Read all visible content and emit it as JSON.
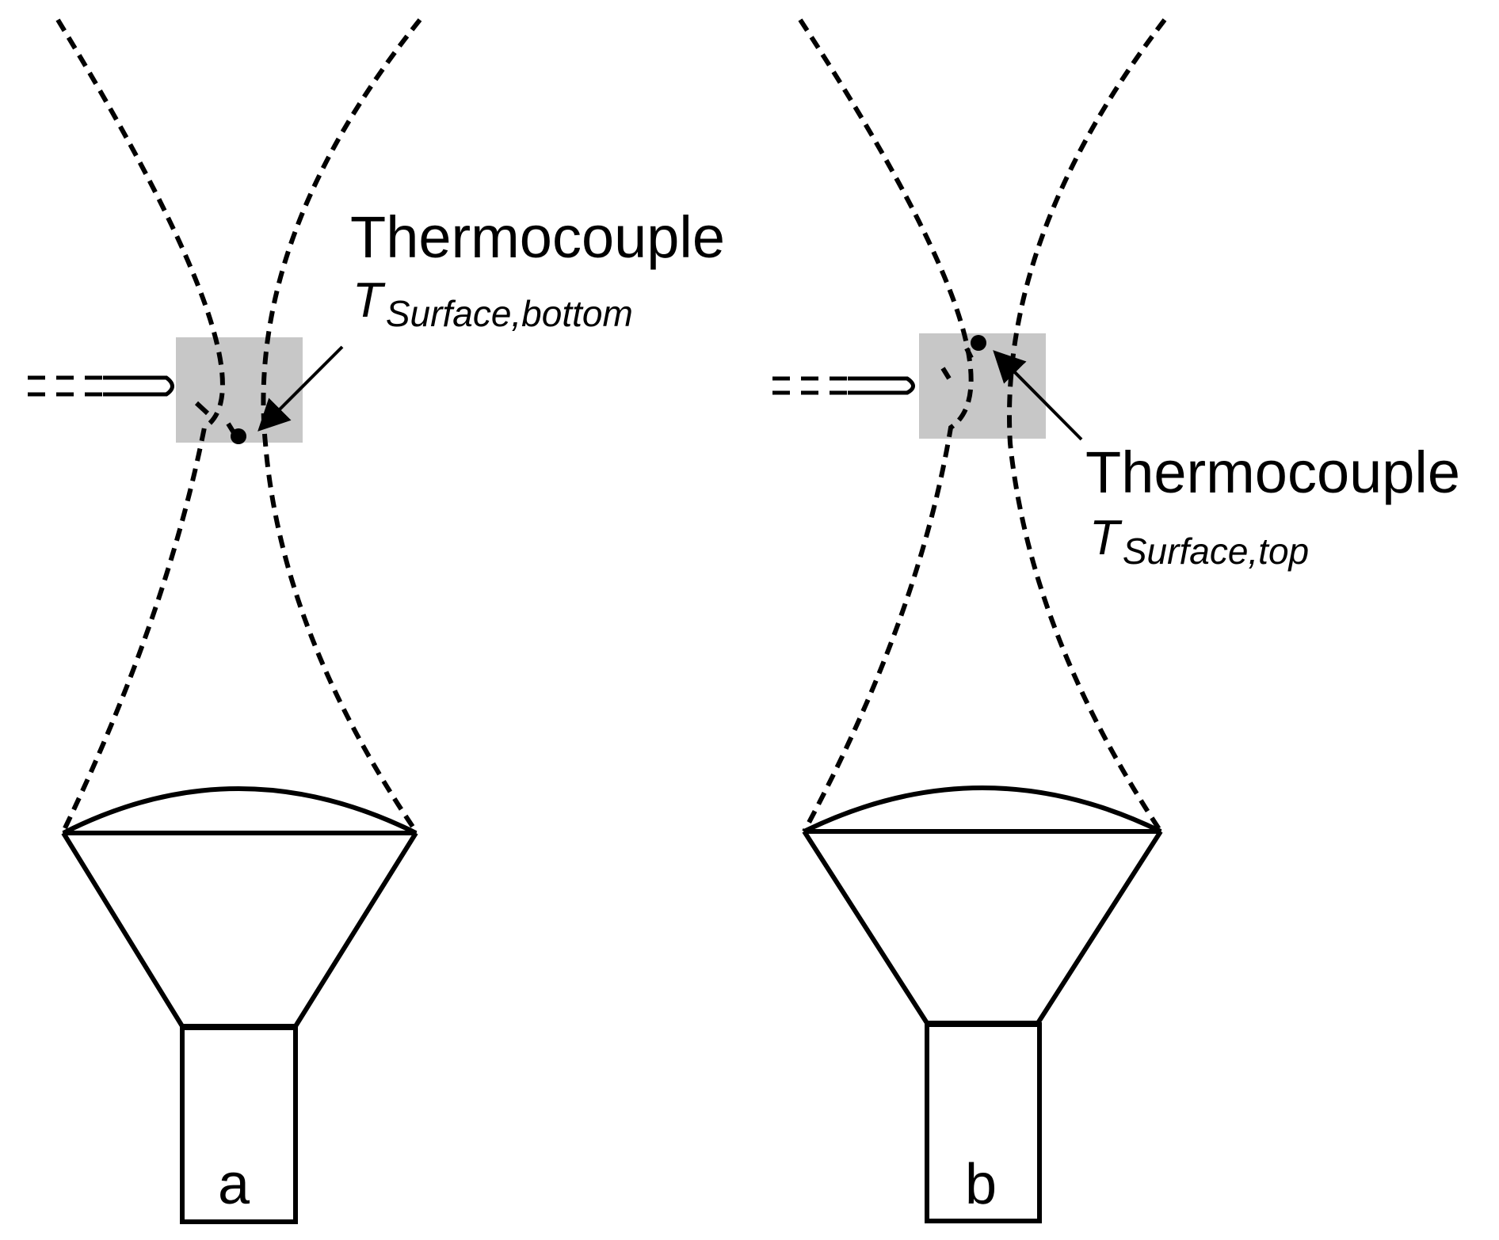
{
  "panels": [
    {
      "id": "a",
      "letter": "a",
      "annotation": {
        "title": "Thermocouple",
        "symbol": "T",
        "subscript": "Surface,bottom"
      }
    },
    {
      "id": "b",
      "letter": "b",
      "annotation": {
        "title": "Thermocouple",
        "symbol": "T",
        "subscript": "Surface,top"
      }
    }
  ]
}
